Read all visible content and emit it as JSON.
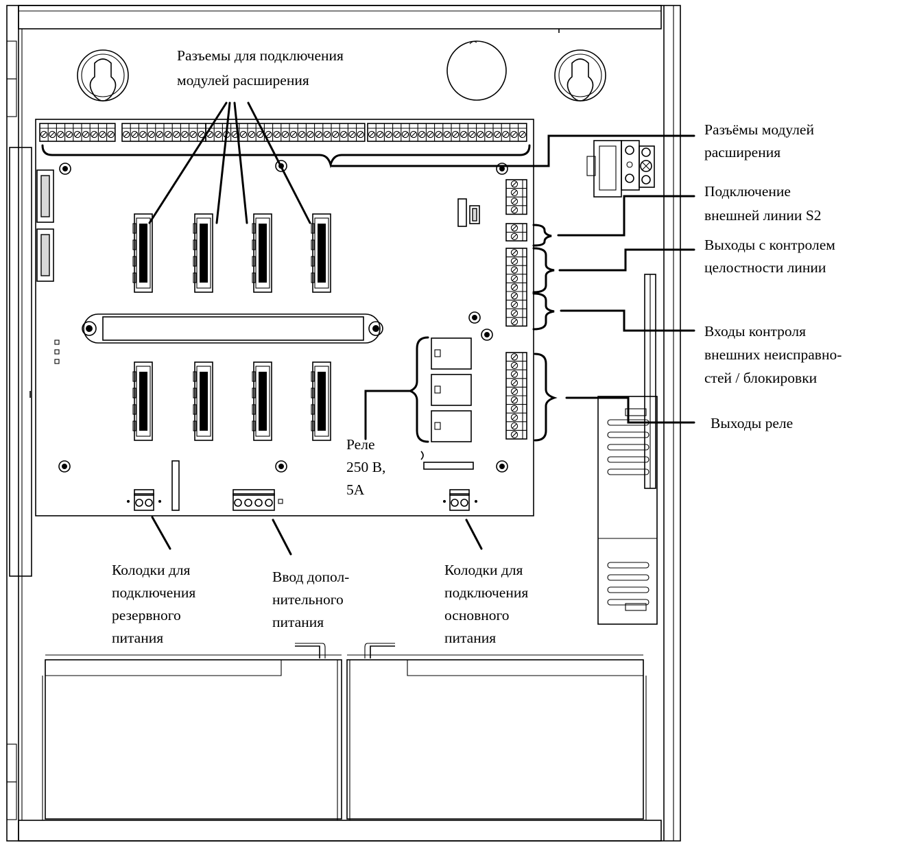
{
  "labels": {
    "expansion_connectors": [
      "Разъемы для подключения",
      "модулей расширения"
    ],
    "module_sockets": [
      "Разъёмы модулей",
      "расширения"
    ],
    "external_line_s2": [
      "Подключение",
      "внешней линии S2"
    ],
    "monitored_outputs": [
      "Выходы с контролем",
      "целостности линии"
    ],
    "fault_inputs": [
      "Входы контроля",
      "внешних неисправно-",
      "стей / блокировки"
    ],
    "relay_outputs": [
      "Выходы реле"
    ],
    "relay": [
      "Реле",
      "250  В,",
      "5А"
    ],
    "backup_power": [
      "Колодки  для",
      "подключения",
      "резервного",
      "питания"
    ],
    "aux_power": [
      "Ввод  допол-",
      "нительного",
      "питания"
    ],
    "main_power": [
      "Колодки  для",
      "подключения",
      "основного",
      "питания"
    ]
  },
  "colors": {
    "line": "#000000",
    "background": "#ffffff",
    "part_fill": "#d8d8d8"
  }
}
